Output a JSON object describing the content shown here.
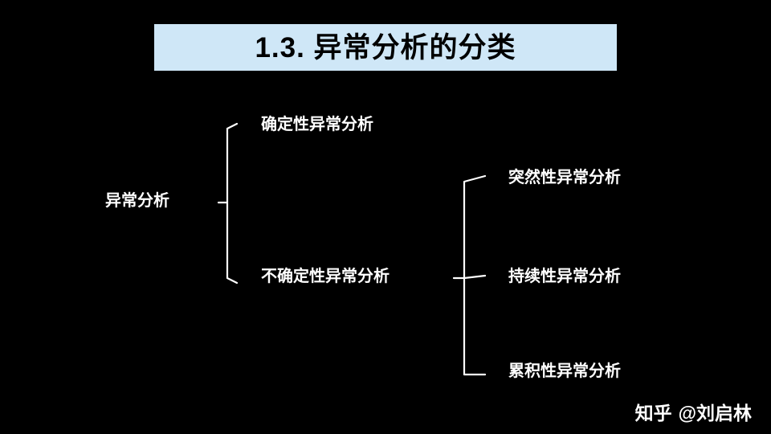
{
  "slide": {
    "title": "1.3. 异常分析的分类",
    "title_bg_color": "#cfe7f7",
    "background_color": "#000000",
    "text_color": "#ffffff"
  },
  "diagram": {
    "root": {
      "label": "异常分析"
    },
    "level1": [
      {
        "label": "确定性异常分析"
      },
      {
        "label": "不确定性异常分析"
      }
    ],
    "level2": [
      {
        "label": "突然性异常分析"
      },
      {
        "label": "持续性异常分析"
      },
      {
        "label": "累积性异常分析"
      }
    ]
  },
  "watermark": {
    "logo": "知乎",
    "user": "@刘启林"
  }
}
